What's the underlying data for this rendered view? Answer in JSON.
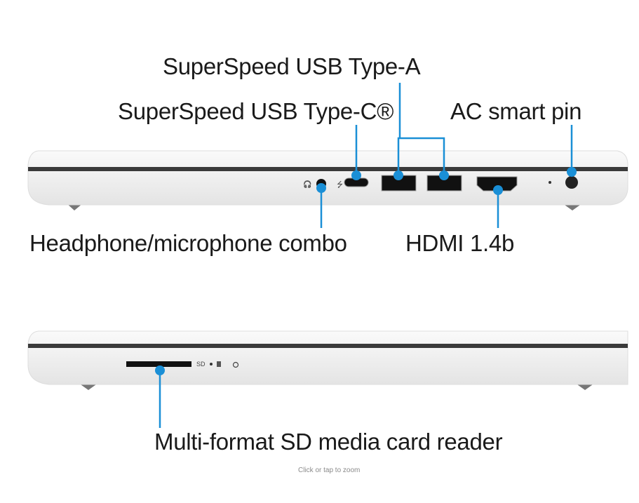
{
  "labels": {
    "usb_a": "SuperSpeed USB Type-A",
    "usb_c": "SuperSpeed USB Type-C®",
    "ac_pin": "AC smart pin",
    "headphone": "Headphone/microphone combo",
    "hdmi": "HDMI 1.4b",
    "sd_reader": "Multi-format SD media card reader"
  },
  "port_markings": {
    "sd": "SD"
  },
  "hint": "Click or tap to zoom",
  "colors": {
    "callout": "#1a8fd6",
    "body": "#f4f4f4",
    "seam": "#3a3a3a"
  }
}
